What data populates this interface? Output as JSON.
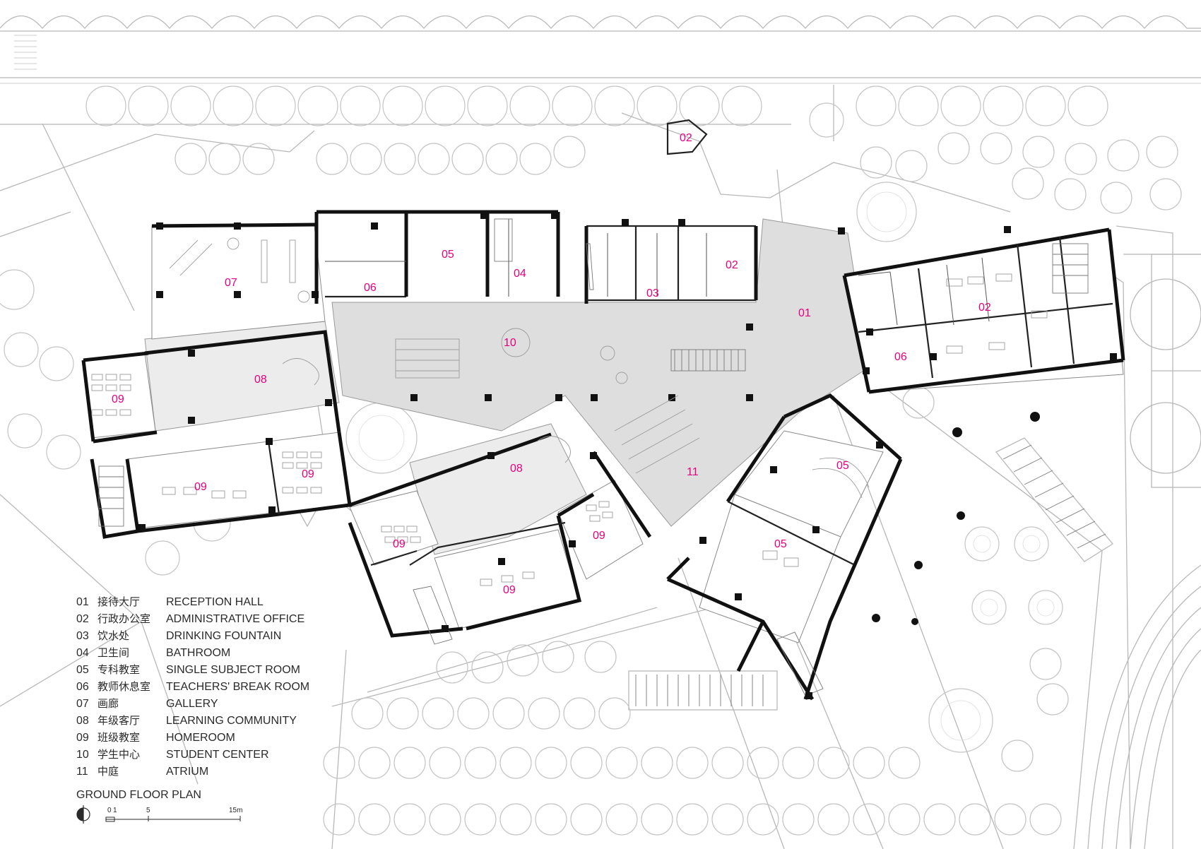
{
  "plan": {
    "title": "GROUND FLOOR PLAN",
    "scale_ticks": [
      "0",
      "1",
      "5",
      "15m"
    ],
    "accent_color": "#e6007e",
    "room_labels": {
      "r01": "01",
      "r02_kiosk": "02",
      "r02_center": "02",
      "r02_east": "02",
      "r03": "03",
      "r04": "04",
      "r05_north": "05",
      "r05_east_upper": "05",
      "r05_east_lower": "05",
      "r06_north": "06",
      "r06_east": "06",
      "r07": "07",
      "r08_west": "08",
      "r08_center": "08",
      "r09_w_left": "09",
      "r09_w_bottom": "09",
      "r09_w_right": "09",
      "r09_c_left": "09",
      "r09_c_bottom": "09",
      "r09_c_right": "09",
      "r10": "10",
      "r11": "11"
    }
  },
  "legend": [
    {
      "num": "01",
      "cn": "接待大厅",
      "en": "RECEPTION HALL"
    },
    {
      "num": "02",
      "cn": "行政办公室",
      "en": "ADMINISTRATIVE OFFICE"
    },
    {
      "num": "03",
      "cn": "饮水处",
      "en": "DRINKING FOUNTAIN"
    },
    {
      "num": "04",
      "cn": "卫生间",
      "en": "BATHROOM"
    },
    {
      "num": "05",
      "cn": "专科教室",
      "en": "SINGLE SUBJECT ROOM"
    },
    {
      "num": "06",
      "cn": "教师休息室",
      "en": "TEACHERS' BREAK ROOM"
    },
    {
      "num": "07",
      "cn": "画廊",
      "en": "GALLERY"
    },
    {
      "num": "08",
      "cn": "年级客厅",
      "en": "LEARNING COMMUNITY"
    },
    {
      "num": "09",
      "cn": "班级教室",
      "en": "HOMEROOM"
    },
    {
      "num": "10",
      "cn": "学生中心",
      "en": "STUDENT CENTER"
    },
    {
      "num": "11",
      "cn": "中庭",
      "en": "ATRIUM"
    }
  ]
}
